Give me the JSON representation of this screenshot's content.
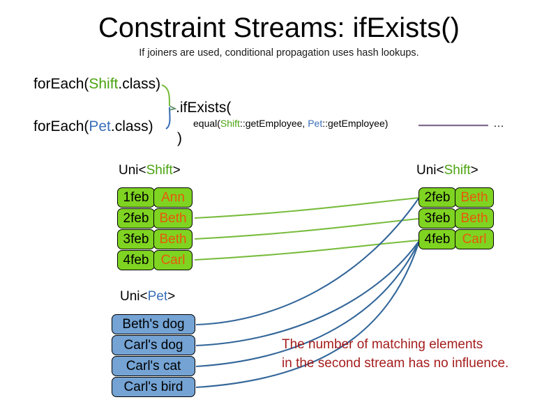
{
  "header": {
    "title": "Constraint Streams: ifExists()",
    "subtitle": "If joiners are used, conditional propagation uses hash lookups."
  },
  "code": {
    "foreach_shift": {
      "prefix": "forEach(",
      "type": "Shift",
      "suffix": ".class)"
    },
    "foreach_pet": {
      "prefix": "forEach(",
      "type": "Pet",
      "suffix": ".class)"
    },
    "if_exists_open": ".ifExists(",
    "if_exists_close": ")",
    "equal": {
      "prefix": "equal(",
      "left_type": "Shift",
      "left_ref": "::getEmployee, ",
      "right_type": "Pet",
      "right_ref": "::getEmployee)"
    },
    "ellipsis": "…"
  },
  "streams": {
    "left_shift": {
      "label_prefix": "Uni<",
      "label_type": "Shift",
      "label_suffix": ">",
      "rows": [
        {
          "date": "1feb",
          "name": "Ann"
        },
        {
          "date": "2feb",
          "name": "Beth"
        },
        {
          "date": "3feb",
          "name": "Beth"
        },
        {
          "date": "4feb",
          "name": "Carl"
        }
      ]
    },
    "right_shift": {
      "label_prefix": "Uni<",
      "label_type": "Shift",
      "label_suffix": ">",
      "rows": [
        {
          "date": "2feb",
          "name": "Beth"
        },
        {
          "date": "3feb",
          "name": "Beth"
        },
        {
          "date": "4feb",
          "name": "Carl"
        }
      ]
    },
    "pet": {
      "label_prefix": "Uni<",
      "label_type": "Pet",
      "label_suffix": ">",
      "rows": [
        {
          "name": "Beth's dog"
        },
        {
          "name": "Carl's dog"
        },
        {
          "name": "Carl's cat"
        },
        {
          "name": "Carl's bird"
        }
      ]
    }
  },
  "annotation": {
    "line1": "The number of matching elements",
    "line2": "in the second stream has no influence."
  },
  "colors": {
    "shift_green": "#7fd321",
    "shift_green_text": "#4aa310",
    "pet_blue": "#74a3d4",
    "pet_blue_text": "#3a6fb8",
    "name_orange": "#e8590c",
    "wire_green": "#79bc3e",
    "wire_blue": "#336699",
    "wire_purple": "#7f6b8f",
    "note_red": "#a51d1d"
  }
}
